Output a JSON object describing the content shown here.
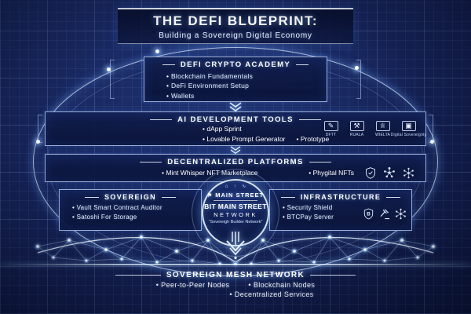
{
  "title": {
    "heading": "THE DEFI BLUEPRINT:",
    "subtitle": "Building a Sovereign Digital Economy"
  },
  "academy": {
    "title": "DEFI CRYPTO ACADEMY",
    "items": [
      "Blockchain Fundamentals",
      "DeFi Environment Setup",
      "Wallets"
    ]
  },
  "ai_tools": {
    "title": "AI DEVELOPMENT TOOLS",
    "items": [
      "dApp Sprint",
      "Lovable Prompt Generator",
      "Prototype"
    ],
    "badges": [
      {
        "icon": "pen-tool-icon",
        "glyph": "✎",
        "label": "DFTT"
      },
      {
        "icon": "stamp-icon",
        "glyph": "⚒",
        "label": "RUALA"
      },
      {
        "icon": "crown-icon",
        "glyph": "♕",
        "label": "WIELTA"
      },
      {
        "icon": "browser-icon",
        "glyph": "▣",
        "label": "Digital Sovereignty"
      }
    ]
  },
  "platforms": {
    "title": "DECENTRALIZED PLATFORMS",
    "items": [
      "Mint Whisper NFT Marketplace",
      "Phygital NFTs"
    ]
  },
  "sovereign": {
    "title": "SOVEREIGN",
    "items": [
      "Vault Smart Contract Auditor",
      "Satoshi For Storage"
    ]
  },
  "infrastructure": {
    "title": "INFRASTRUCTURE",
    "items": [
      "Security Shield",
      "BTCPay Server"
    ]
  },
  "center": {
    "flag": "⚑",
    "sign": "MAIN STREET",
    "name": "BIT MAIN STREET",
    "network": "NETWORK",
    "tagline": "“Sovereigh Builder Network”",
    "mini_icons": [
      "⌂",
      "↑",
      "∿"
    ]
  },
  "mesh": {
    "title": "SOVEREIGN MESH NETWORK",
    "row1": [
      "Peer-to-Peer Nodes",
      "Blockchain Nodes"
    ],
    "row2": [
      "Decentralized Services"
    ]
  },
  "colors": {
    "background": "#16245a",
    "panel": "#0d1a4a",
    "line": "#dce8ff",
    "glow": "#7fb4ff",
    "text": "#ffffff"
  }
}
